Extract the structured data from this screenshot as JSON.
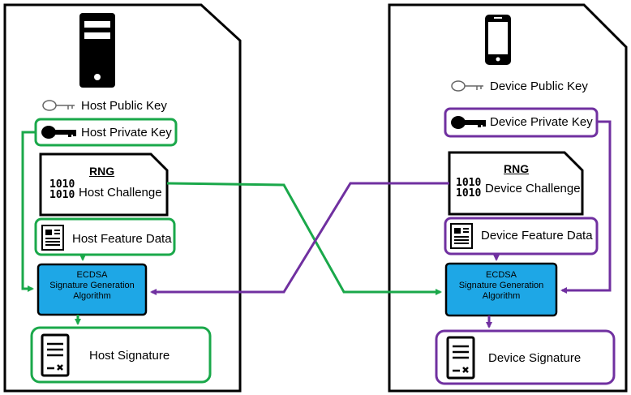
{
  "host": {
    "public_key": "Host Public Key",
    "private_key": "Host Private Key",
    "rng": "RNG",
    "challenge": "Host Challenge",
    "binary_glyph": "1010\n1010",
    "feature_data": "Host Feature Data",
    "ecdsa": {
      "line1": "ECDSA",
      "line2": "Signature Generation",
      "line3": "Algorithm"
    },
    "signature": "Host Signature"
  },
  "device": {
    "public_key": "Device Public Key",
    "private_key": "Device Private Key",
    "rng": "RNG",
    "challenge": "Device Challenge",
    "binary_glyph": "1010\n1010",
    "feature_data": "Device Feature Data",
    "ecdsa": {
      "line1": "ECDSA",
      "line2": "Signature Generation",
      "line3": "Algorithm"
    },
    "signature": "Device Signature"
  },
  "colors": {
    "host": "#1aa84a",
    "device": "#7030a0",
    "ecdsa_fill": "#1ea7e6",
    "outline": "#000000"
  },
  "icons": {
    "host_device": "server-tower-icon",
    "client_device": "smartphone-icon",
    "public_key": "key-outline-icon",
    "private_key": "key-solid-icon",
    "feature_data": "document-icon",
    "signature": "signed-document-icon"
  }
}
